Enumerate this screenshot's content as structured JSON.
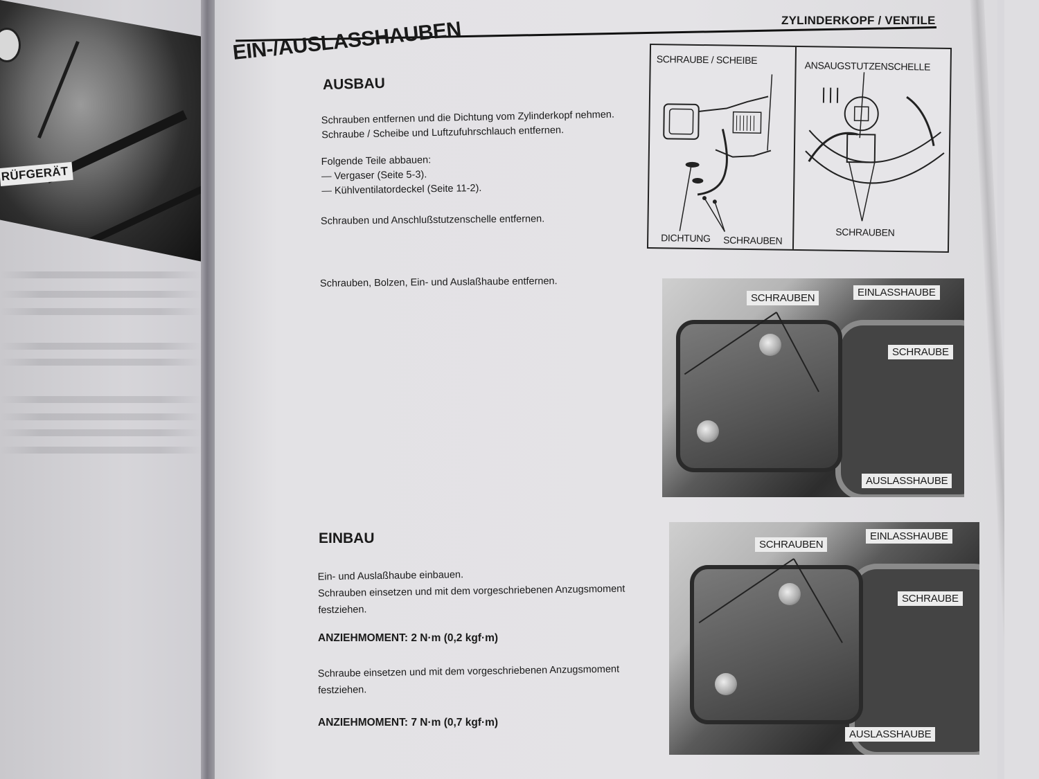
{
  "left_page": {
    "photo_label": "RÜFGERÄT"
  },
  "right_page": {
    "running_head": "ZYLINDERKOPF / VENTILE",
    "section_title": "EIN-/AUSLASSHAUBEN",
    "removal": {
      "heading": "AUSBAU",
      "step1": [
        "Schrauben entfernen und die Dichtung vom Zylinderkopf nehmen.",
        "Schraube / Scheibe und Luftzufuhrschlauch entfernen."
      ],
      "step2": [
        "Folgende Teile abbauen:",
        "— Vergaser (Seite 5-3).",
        "— Kühlventilatordeckel (Seite 11-2)."
      ],
      "step3": "Schrauben und Anschlußstutzenschelle entfernen.",
      "step4": "Schrauben, Bolzen, Ein- und Auslaßhaube entfernen."
    },
    "installation": {
      "heading": "EINBAU",
      "step1": [
        "Ein- und Auslaßhaube einbauen.",
        "Schrauben einsetzen und mit dem vorgeschriebenen Anzugsmoment",
        "festziehen."
      ],
      "torque1": "ANZIEHMOMENT: 2 N·m (0,2 kgf·m)",
      "step2": [
        "Schraube einsetzen und mit dem vorgeschriebenen Anzugsmoment",
        "festziehen."
      ],
      "torque2": "ANZIEHMOMENT: 7 N·m (0,7 kgf·m)"
    },
    "diagram": {
      "left_panel": {
        "top_label": "SCHRAUBE / SCHEIBE",
        "bottom_labels": [
          "DICHTUNG",
          "SCHRAUBEN"
        ]
      },
      "right_panel": {
        "top_label": "ANSAUGSTUTZENSCHELLE",
        "bottom_label": "SCHRAUBEN"
      }
    },
    "photo_removal": {
      "labels": {
        "screws": "SCHRAUBEN",
        "intake_cover": "EINLASSHAUBE",
        "screw": "SCHRAUBE",
        "exhaust_cover": "AUSLASSHAUBE"
      }
    },
    "photo_installation": {
      "labels": {
        "screws": "SCHRAUBEN",
        "intake_cover": "EINLASSHAUBE",
        "screw": "SCHRAUBE",
        "exhaust_cover": "AUSLASSHAUBE"
      }
    }
  }
}
